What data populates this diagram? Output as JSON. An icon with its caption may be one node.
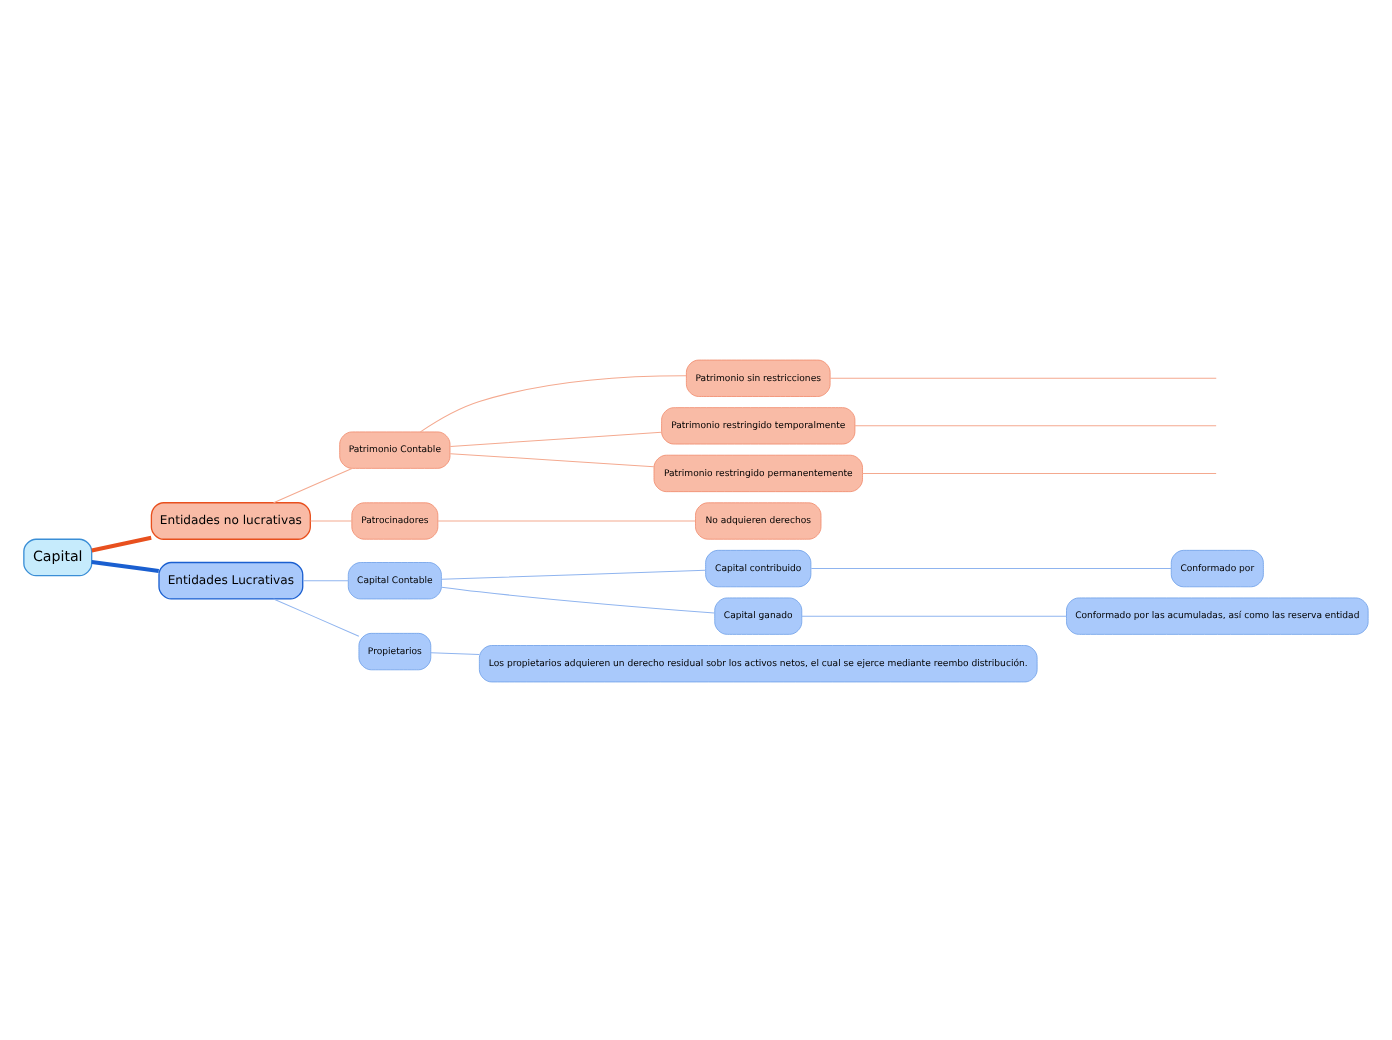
{
  "diagram": {
    "nodes": [
      {
        "text": [
          "Capital"
        ]
      },
      {
        "text": [
          "Entidades no lucrativas"
        ]
      },
      {
        "text": [
          "Patrimonio Contable"
        ]
      },
      {
        "text": [
          "Patrimonio sin restricciones"
        ]
      },
      {
        "text": [
          "Patrimonio restringido temporalmente"
        ]
      },
      {
        "text": [
          "Patrimonio restringido permanentemente"
        ]
      },
      {
        "text": [
          "Patrocinadores"
        ]
      },
      {
        "text": [
          "No adquieren derechos"
        ]
      },
      {
        "text": [
          "Entidades Lucrativas"
        ]
      },
      {
        "text": [
          "Capital Contable"
        ]
      },
      {
        "text": [
          "Capital contribuido"
        ]
      },
      {
        "text": [
          "Conformado por"
        ]
      },
      {
        "text": [
          "Capital ganado"
        ]
      },
      {
        "text": [
          "Conformado por las acumuladas, así como las reserva entidad"
        ]
      },
      {
        "text": [
          "Propietarios"
        ]
      },
      {
        "text": [
          "Los propietarios adquieren un derecho residual sobr los activos netos, el cual se ejerce mediante reembo distribución."
        ]
      }
    ],
    "edges": [
      {
        "from": 0,
        "to": 1,
        "arrow": "none",
        "style": "thick",
        "color": "#e8501e"
      },
      {
        "from": 1,
        "to": 2,
        "arrow": "none"
      },
      {
        "from": 2,
        "to": 3,
        "arrow": "none"
      },
      {
        "from": 3,
        "to": null,
        "arrow": "none"
      },
      {
        "from": 2,
        "to": 4,
        "arrow": "none"
      },
      {
        "from": 4,
        "to": null,
        "arrow": "none"
      },
      {
        "from": 2,
        "to": 5,
        "arrow": "none"
      },
      {
        "from": 5,
        "to": null,
        "arrow": "none"
      },
      {
        "from": 1,
        "to": 6,
        "arrow": "none"
      },
      {
        "from": 6,
        "to": 7,
        "arrow": "none"
      },
      {
        "from": 0,
        "to": 8,
        "arrow": "none",
        "style": "thick",
        "color": "#1a5fd0"
      },
      {
        "from": 8,
        "to": 9,
        "arrow": "none",
        "color": "#8fb4ef"
      },
      {
        "from": 9,
        "to": 10,
        "arrow": "none",
        "color": "#8fb4ef"
      },
      {
        "from": 10,
        "to": 11,
        "arrow": "none",
        "color": "#8fb4ef"
      },
      {
        "from": 9,
        "to": 12,
        "arrow": "none",
        "color": "#8fb4ef"
      },
      {
        "from": 12,
        "to": 13,
        "arrow": "none",
        "color": "#8fb4ef"
      },
      {
        "from": 8,
        "to": 14,
        "arrow": "none",
        "color": "#8fb4ef"
      },
      {
        "from": 14,
        "to": 15,
        "arrow": "none",
        "color": "#8fb4ef"
      }
    ]
  }
}
